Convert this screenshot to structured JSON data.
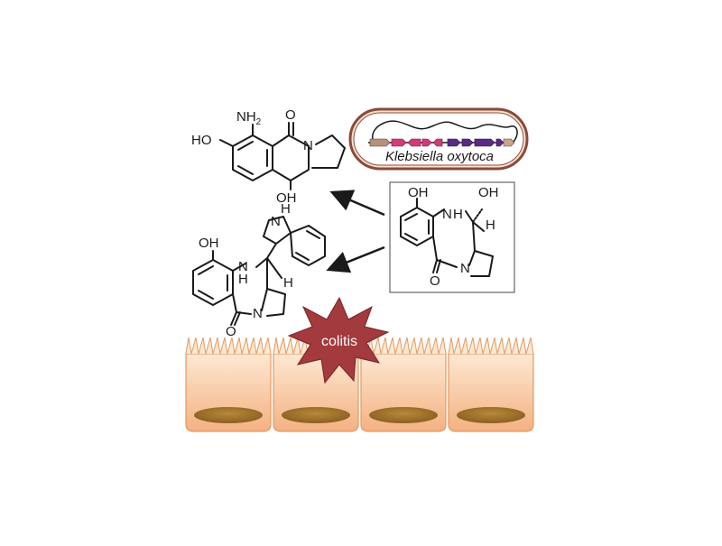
{
  "bacterium": {
    "name": "Klebsiella oxytoca",
    "outline_color": "#8a4a3a",
    "fill_color": "#fbe4d2",
    "gene_colors": [
      "#b8917a",
      "#d43a7a",
      "#5b2a86",
      "#c9a58f"
    ]
  },
  "molecules": {
    "tilimycin_like": {
      "labels": [
        "NH",
        "2",
        "O",
        "HO",
        "N",
        "OH"
      ]
    },
    "tilivalline_like": {
      "labels": [
        "N",
        "H",
        "OH",
        "N",
        "H",
        "H",
        "N",
        "O"
      ]
    },
    "precursor": {
      "labels": [
        "OH",
        "N",
        "H",
        "OH",
        "H",
        "N",
        "O"
      ]
    }
  },
  "colitis_label": "colitis",
  "colors": {
    "burst": "#a23a3e",
    "cell_fill_top": "#fde8d2",
    "cell_fill_bottom": "#f4b182",
    "cell_stroke": "#e29a63",
    "nucleus": "#a0742a"
  }
}
